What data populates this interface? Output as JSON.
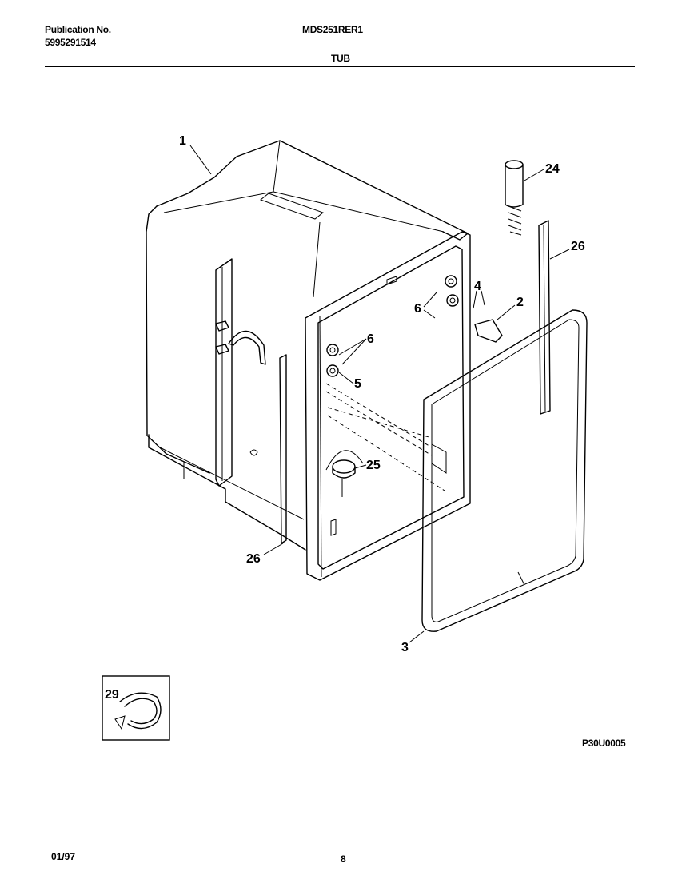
{
  "header": {
    "publication_label": "Publication No.",
    "publication_number": "5995291514",
    "model": "MDS251RER1",
    "section_title": "TUB"
  },
  "callouts": {
    "tub": "1",
    "bracket": "2",
    "door_gasket": "3",
    "fastener_4": "4",
    "fastener_5": "5",
    "nut_upper": "6",
    "nut_lower": "6",
    "spring_24": "24",
    "fitting_25": "25",
    "strip_right": "26",
    "strip_left": "26",
    "clamp_29": "29"
  },
  "footer": {
    "drawing_code": "P30U0005",
    "date": "01/97",
    "page": "8"
  }
}
